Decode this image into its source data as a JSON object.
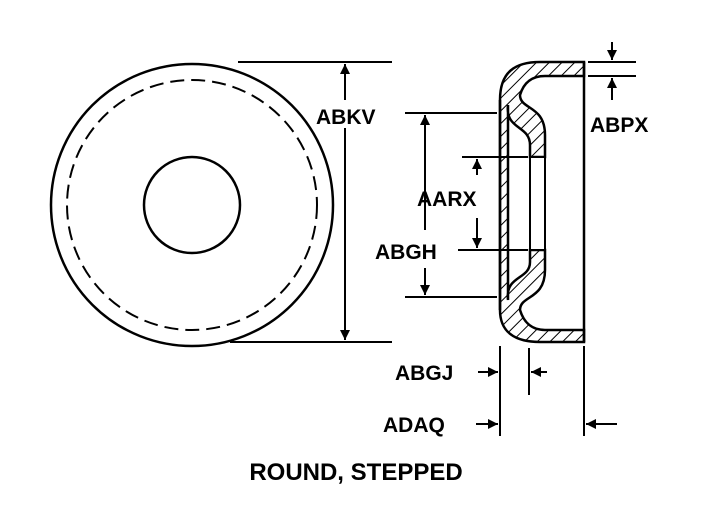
{
  "labels": {
    "abkv": "ABKV",
    "abpx": "ABPX",
    "aarx": "AARX",
    "abgh": "ABGH",
    "abgj": "ABGJ",
    "adaq": "ADAQ"
  },
  "title": "ROUND, STEPPED"
}
